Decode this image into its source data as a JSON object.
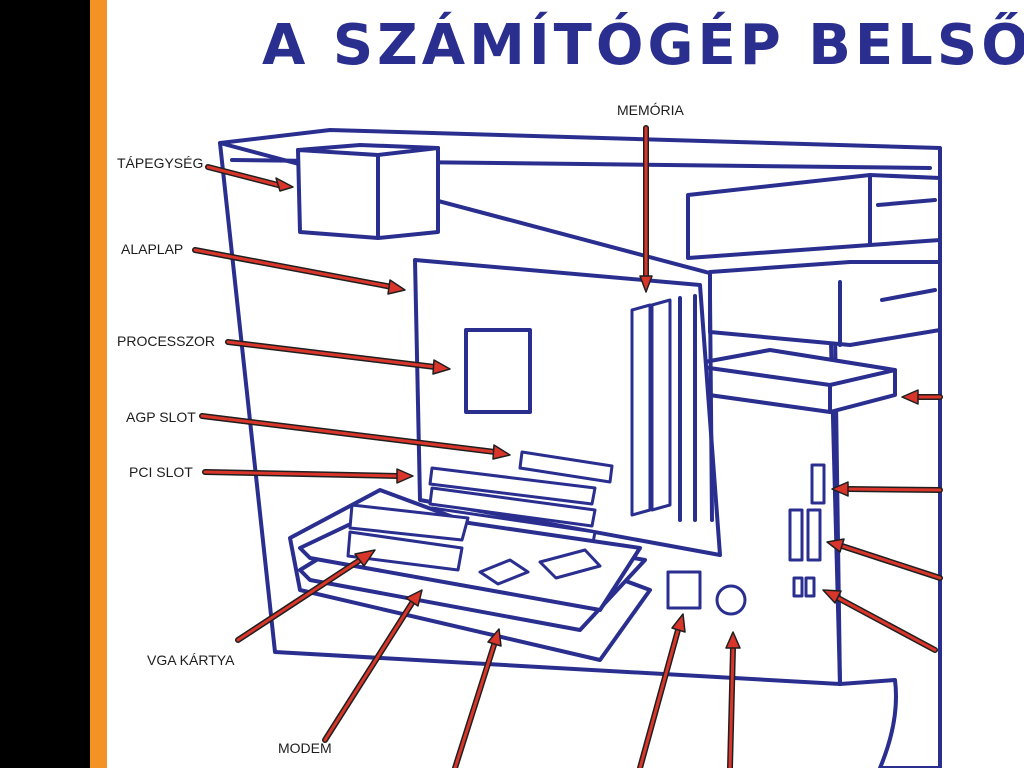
{
  "title": "A SZÁMÍTÓGÉP BELSŐ R",
  "labels": {
    "memoria": "MEMÓRIA",
    "tapegyseg": "TÁPEGYSÉG",
    "alaplap": "ALAPLAP",
    "processzor": "PROCESSZOR",
    "agp_slot": "AGP SLOT",
    "pci_slot": "PCI SLOT",
    "vga_kartya": "VGA KÁRTYA",
    "modem": "MODEM"
  },
  "colors": {
    "outline": "#2a2f8f",
    "arrow": "#d9352a",
    "accent_band": "#f39324"
  }
}
